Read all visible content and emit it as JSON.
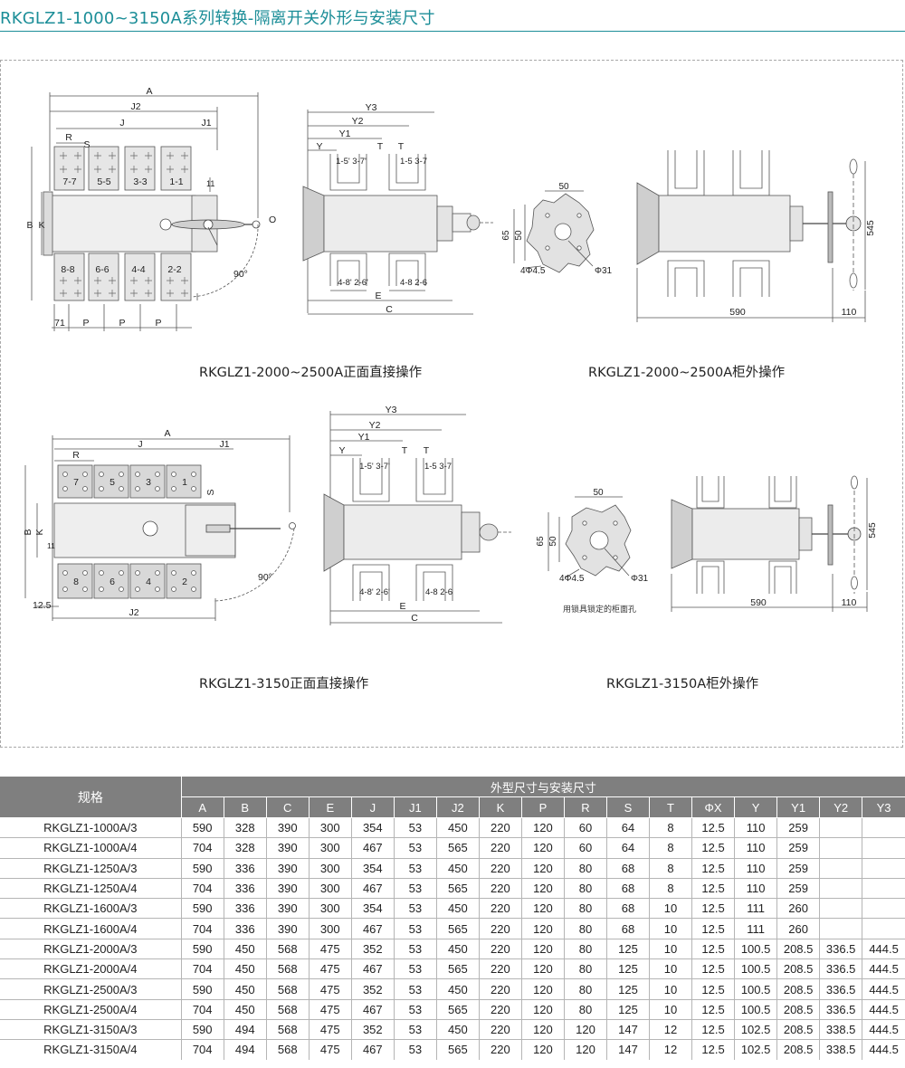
{
  "page": {
    "title": "RKGLZ1-1000~3150A系列转换-隔离开关外形与安装尺寸"
  },
  "captions": {
    "top_left": "RKGLZ1-2000~2500A正面直接操作",
    "top_right": "RKGLZ1-2000~2500A柜外操作",
    "bottom_left": "RKGLZ1-3150正面直接操作",
    "bottom_right": "RKGLZ1-3150A柜外操作",
    "lock_note": "用锁具锁定的柜面孔"
  },
  "drawing_labels": {
    "A": "A",
    "J2": "J2",
    "J": "J",
    "J1": "J1",
    "R": "R",
    "S": "S",
    "B": "B",
    "K": "K",
    "P": "P",
    "O": "O",
    "deg90": "90°",
    "seventy_one": "71",
    "eleven": "11",
    "twelve_five": "12.5",
    "Y3": "Y3",
    "Y2": "Y2",
    "Y1": "Y1",
    "Y": "Y",
    "T": "T",
    "E": "E",
    "C": "C",
    "t_157": "1-5' 3-7'",
    "t_1537": "1-5  3-7",
    "t_4826": "4-8' 2-6'",
    "t_4826b": "4-8  2-6",
    "fifty": "50",
    "sixty_five": "65",
    "four_phi": "4Φ4.5",
    "phi31": "Φ31",
    "dim590": "590",
    "dim110": "110",
    "dim545": "545",
    "b77": "7-7",
    "b55": "5-5",
    "b33": "3-3",
    "b11": "1-1",
    "b88": "8-8",
    "b66": "6-6",
    "b44": "4-4",
    "b22": "2-2",
    "n7": "7",
    "n5": "5",
    "n3": "3",
    "n1": "1",
    "n8": "8",
    "n6": "6",
    "n4": "4",
    "n2": "2"
  },
  "table": {
    "header_spec": "规格",
    "header_group": "外型尺寸与安装尺寸",
    "columns": [
      "A",
      "B",
      "C",
      "E",
      "J",
      "J1",
      "J2",
      "K",
      "P",
      "R",
      "S",
      "T",
      "ΦX",
      "Y",
      "Y1",
      "Y2",
      "Y3"
    ],
    "rows": [
      {
        "model": "RKGLZ1-1000A/3",
        "values": [
          "590",
          "328",
          "390",
          "300",
          "354",
          "53",
          "450",
          "220",
          "120",
          "60",
          "64",
          "8",
          "12.5",
          "110",
          "259",
          "",
          ""
        ]
      },
      {
        "model": "RKGLZ1-1000A/4",
        "values": [
          "704",
          "328",
          "390",
          "300",
          "467",
          "53",
          "565",
          "220",
          "120",
          "60",
          "64",
          "8",
          "12.5",
          "110",
          "259",
          "",
          ""
        ]
      },
      {
        "model": "RKGLZ1-1250A/3",
        "values": [
          "590",
          "336",
          "390",
          "300",
          "354",
          "53",
          "450",
          "220",
          "120",
          "80",
          "68",
          "8",
          "12.5",
          "110",
          "259",
          "",
          ""
        ]
      },
      {
        "model": "RKGLZ1-1250A/4",
        "values": [
          "704",
          "336",
          "390",
          "300",
          "467",
          "53",
          "565",
          "220",
          "120",
          "80",
          "68",
          "8",
          "12.5",
          "110",
          "259",
          "",
          ""
        ]
      },
      {
        "model": "RKGLZ1-1600A/3",
        "values": [
          "590",
          "336",
          "390",
          "300",
          "354",
          "53",
          "450",
          "220",
          "120",
          "80",
          "68",
          "10",
          "12.5",
          "111",
          "260",
          "",
          ""
        ]
      },
      {
        "model": "RKGLZ1-1600A/4",
        "values": [
          "704",
          "336",
          "390",
          "300",
          "467",
          "53",
          "565",
          "220",
          "120",
          "80",
          "68",
          "10",
          "12.5",
          "111",
          "260",
          "",
          ""
        ]
      },
      {
        "model": "RKGLZ1-2000A/3",
        "values": [
          "590",
          "450",
          "568",
          "475",
          "352",
          "53",
          "450",
          "220",
          "120",
          "80",
          "125",
          "10",
          "12.5",
          "100.5",
          "208.5",
          "336.5",
          "444.5"
        ]
      },
      {
        "model": "RKGLZ1-2000A/4",
        "values": [
          "704",
          "450",
          "568",
          "475",
          "467",
          "53",
          "565",
          "220",
          "120",
          "80",
          "125",
          "10",
          "12.5",
          "100.5",
          "208.5",
          "336.5",
          "444.5"
        ]
      },
      {
        "model": "RKGLZ1-2500A/3",
        "values": [
          "590",
          "450",
          "568",
          "475",
          "352",
          "53",
          "450",
          "220",
          "120",
          "80",
          "125",
          "10",
          "12.5",
          "100.5",
          "208.5",
          "336.5",
          "444.5"
        ]
      },
      {
        "model": "RKGLZ1-2500A/4",
        "values": [
          "704",
          "450",
          "568",
          "475",
          "467",
          "53",
          "565",
          "220",
          "120",
          "80",
          "125",
          "10",
          "12.5",
          "100.5",
          "208.5",
          "336.5",
          "444.5"
        ]
      },
      {
        "model": "RKGLZ1-3150A/3",
        "values": [
          "590",
          "494",
          "568",
          "475",
          "352",
          "53",
          "450",
          "220",
          "120",
          "120",
          "147",
          "12",
          "12.5",
          "102.5",
          "208.5",
          "338.5",
          "444.5"
        ]
      },
      {
        "model": "RKGLZ1-3150A/4",
        "values": [
          "704",
          "494",
          "568",
          "475",
          "467",
          "53",
          "565",
          "220",
          "120",
          "120",
          "147",
          "12",
          "12.5",
          "102.5",
          "208.5",
          "338.5",
          "444.5"
        ]
      }
    ]
  }
}
